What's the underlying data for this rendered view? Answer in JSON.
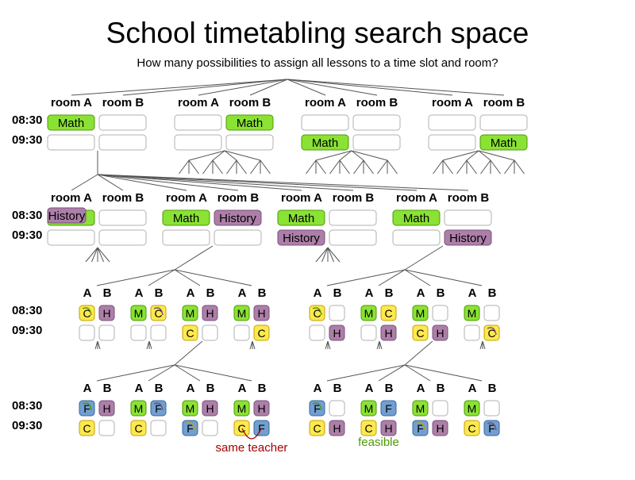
{
  "title": "School timetabling search space",
  "subtitle": "How many possibilities to assign all lessons to a time slot and room?",
  "slots": [
    "08:30",
    "09:30"
  ],
  "rooms_long": [
    "room A",
    "room B"
  ],
  "rooms_short": [
    "A",
    "B"
  ],
  "lessons": {
    "math": "Math",
    "history": "History",
    "m": "M",
    "h": "H",
    "c": "C",
    "f": "F"
  },
  "annotations": {
    "conflict": "same teacher",
    "ok": "feasible"
  },
  "colors": {
    "math": "#8ae234",
    "math_border": "#4e9a06",
    "history": "#ad7fa8",
    "history_border": "#75507b",
    "c": "#fce94f",
    "c_border": "#c4a000",
    "f": "#729fcf",
    "f_border": "#3465a4",
    "empty_border": "#b0b0b0",
    "line": "#555555",
    "conflict": "#a40000",
    "ok": "#4e9a06"
  }
}
